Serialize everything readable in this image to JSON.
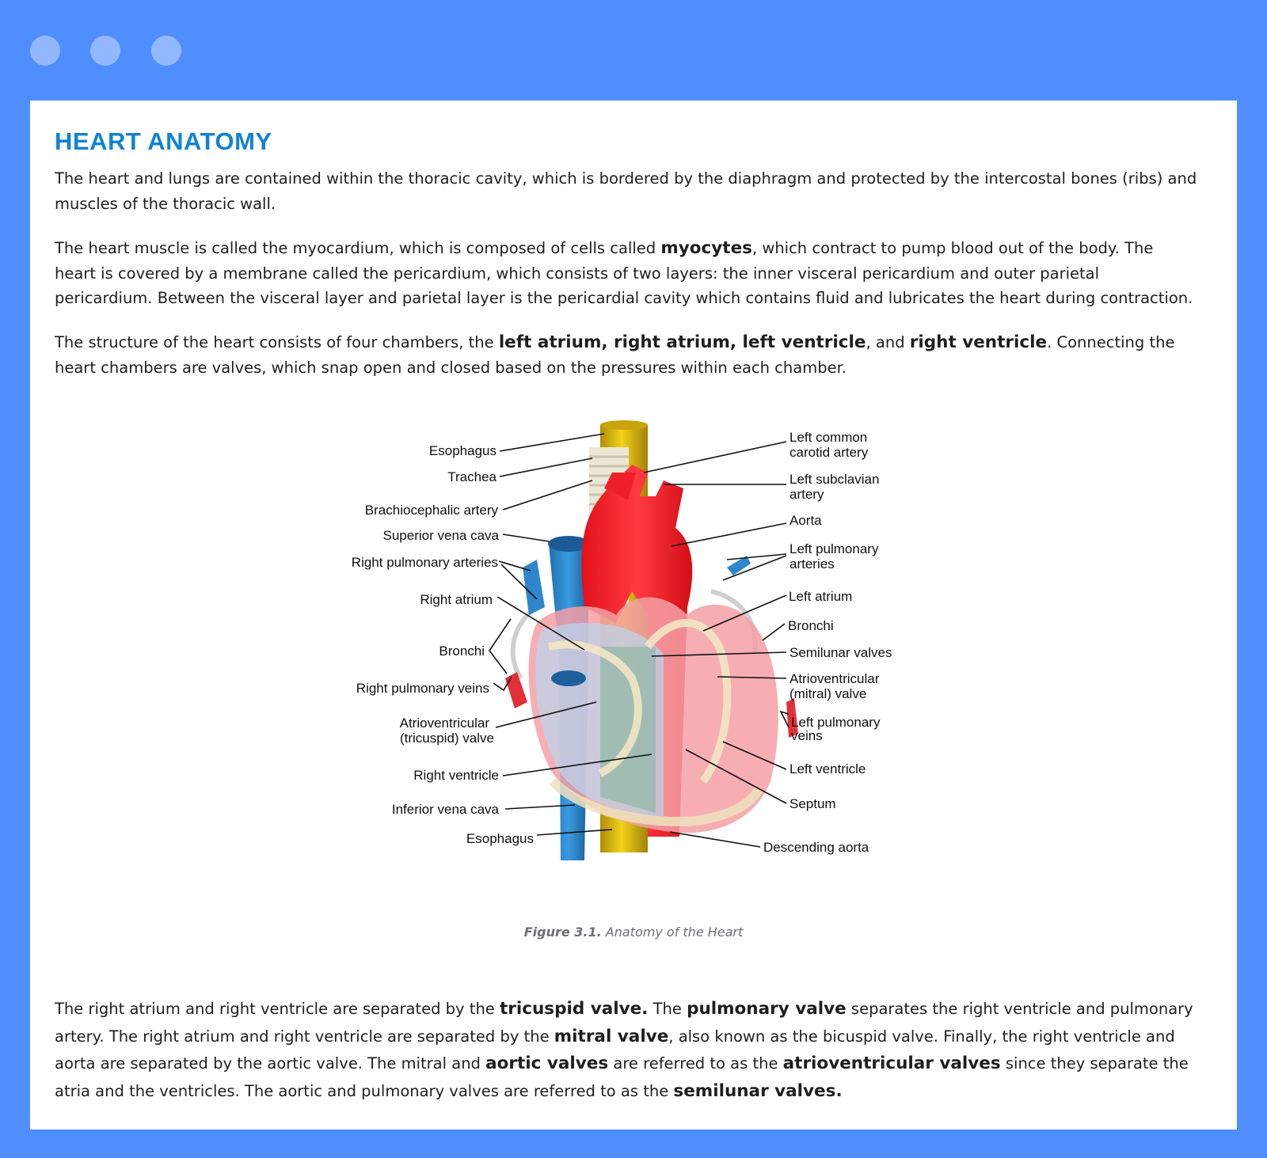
{
  "window": {
    "controls": [
      "circle-icon",
      "circle-icon",
      "circle-icon"
    ]
  },
  "article": {
    "title": "HEART ANATOMY",
    "p1": "The heart and lungs are contained within the thoracic cavity, which is bordered by the diaphragm and protected by the intercostal bones (ribs) and muscles of the thoracic wall.",
    "p2": {
      "a": "The heart muscle is called the myocardium, which is composed of cells called ",
      "b1": "myocytes",
      "c": ", which contract to pump blood out of the body. The heart is covered by a membrane called the pericardium, which consists of two layers: the inner visceral pericardium and outer parietal pericardium. Between the visceral layer and parietal layer is the pericardial cavity which contains fluid and lubricates the heart during contraction."
    },
    "p3": {
      "a": "The structure of the heart consists of four chambers, the ",
      "b1": "left atrium, right atrium, left ventricle",
      "c": ", and ",
      "b2": "right ventricle",
      "d": ". Connecting the heart chambers are valves, which snap open and closed based on the pressures within each chamber."
    },
    "p4": {
      "a": "The right atrium and right ventricle are separated by the ",
      "b1": "tricuspid valve.",
      "c": " The ",
      "b2": "pulmonary valve",
      "d": " separates the right ventricle and pulmonary artery. The right atrium and right ventricle are separated by the ",
      "b3": "mitral valve",
      "e": ", also known as the bicuspid valve. Finally, the right ventricle and aorta are separated by the aortic valve. The mitral and ",
      "b4": "aortic valves",
      "f": " are referred to as the ",
      "b5": "atrioventricular valves",
      "g": " since they separate the atria and the ventricles. The aortic and pulmonary valves are referred to as the ",
      "b6": "semilunar valves."
    }
  },
  "figure": {
    "caption_num": "Figure 3.1.",
    "caption_text": " Anatomy of the Heart",
    "labels_left": {
      "esophagus_top": "Esophagus",
      "trachea": "Trachea",
      "brachiocephalic": "Brachiocephalic artery",
      "svc": "Superior vena cava",
      "rpa": "Right pulmonary arteries",
      "ra": "Right atrium",
      "bronchi_left": "Bronchi",
      "rpv": "Right pulmonary veins",
      "tricuspid_1": "Atrioventricular",
      "tricuspid_2": "(tricuspid) valve",
      "rv": "Right ventricle",
      "ivc": "Inferior vena cava",
      "esophagus_bottom": "Esophagus"
    },
    "labels_right": {
      "lcca_1": "Left common",
      "lcca_2": "carotid artery",
      "lsa_1": "Left subclavian",
      "lsa_2": "artery",
      "aorta": "Aorta",
      "lpa_1": "Left pulmonary",
      "lpa_2": "arteries",
      "la": "Left atrium",
      "bronchi_right": "Bronchi",
      "semilunar": "Semilunar valves",
      "mitral_1": "Atrioventricular",
      "mitral_2": "(mitral) valve",
      "lpv_1": "Left pulmonary",
      "lpv_2": "veins",
      "lv": "Left ventricle",
      "septum": "Septum",
      "desc_aorta": "Descending aorta"
    }
  }
}
